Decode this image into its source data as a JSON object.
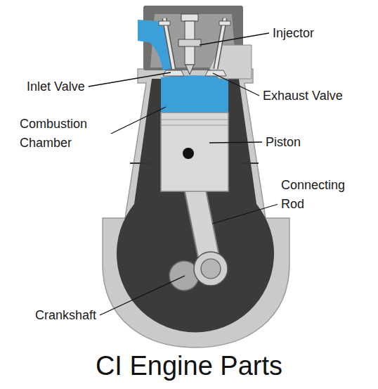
{
  "diagram": {
    "title": "CI Engine Parts",
    "labels": [
      "Injector",
      "Inlet Valve",
      "Exhaust Valve",
      "Combustion Chamber",
      "Piston",
      "Connecting Rod",
      "Crankshaft"
    ]
  }
}
